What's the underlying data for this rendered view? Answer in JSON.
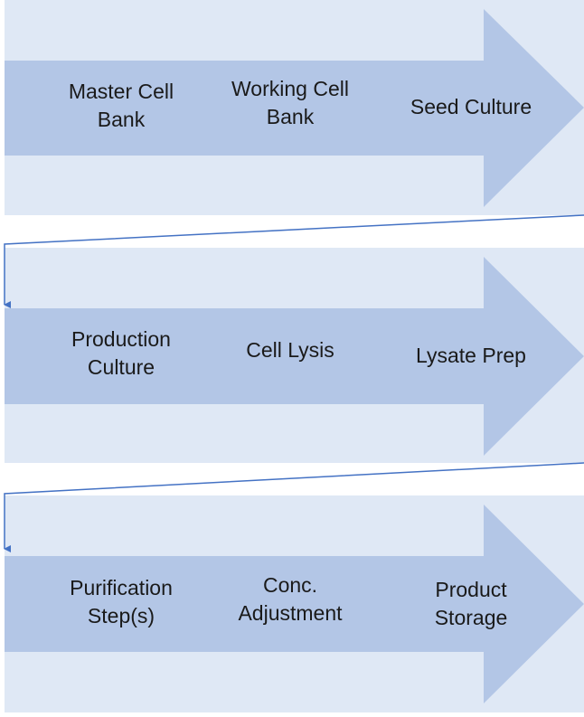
{
  "colors": {
    "band_background": "#dfe8f5",
    "arrow_fill": "#b3c6e6",
    "connector": "#4472c4",
    "text": "#1a1a1a"
  },
  "rows": [
    {
      "steps": [
        {
          "label": "Master Cell\nBank"
        },
        {
          "label": "Working Cell\nBank"
        },
        {
          "label": "Seed Culture"
        }
      ]
    },
    {
      "steps": [
        {
          "label": "Production\nCulture"
        },
        {
          "label": "Cell Lysis"
        },
        {
          "label": "Lysate Prep"
        }
      ]
    },
    {
      "steps": [
        {
          "label": "Purification\nStep(s)"
        },
        {
          "label": "Conc.\nAdjustment"
        },
        {
          "label": "Product\nStorage"
        }
      ]
    }
  ]
}
